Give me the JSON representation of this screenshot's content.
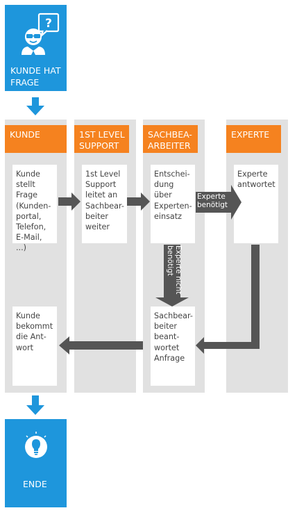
{
  "start": {
    "label": "KUNDE HAT\nFRAGE",
    "icon": "customer-question-icon"
  },
  "end": {
    "label": "ENDE",
    "icon": "lightbulb-icon"
  },
  "lanes": [
    {
      "title": "KUNDE"
    },
    {
      "title": "1ST LEVEL\nSUPPORT"
    },
    {
      "title": "SACHBEA-\nARBEITER"
    },
    {
      "title": "EXPERTE"
    }
  ],
  "steps": {
    "kunde_frage": "Kunde\nstellt\nFrage\n(Kunden-\nportal,\nTelefon,\nE-Mail, ...)",
    "support_weiter": "1st Level\nSupport\nleitet an\nSachbear-\nbeiter\nweiter",
    "sachbearbeiter_entscheidung": "Entschei-\ndung\nüber\nExperten-\neinsatz",
    "experte_antwortet": "Experte\nantwortet",
    "sachbearbeiter_anfrage": "Sachbear-\nbeiter\nbeant-\nwortet\nAnfrage",
    "kunde_antwort": "Kunde\nbekommt\ndie Ant-\nwort"
  },
  "arrow_labels": {
    "experte_benoetigt": "Experte\nbenötigt",
    "experte_nicht_benoetigt": "Experte nicht\nbenötigt"
  },
  "colors": {
    "blue": "#1e96dc",
    "orange": "#f5821f",
    "lane": "#e1e1e1",
    "arrow": "#555555"
  }
}
